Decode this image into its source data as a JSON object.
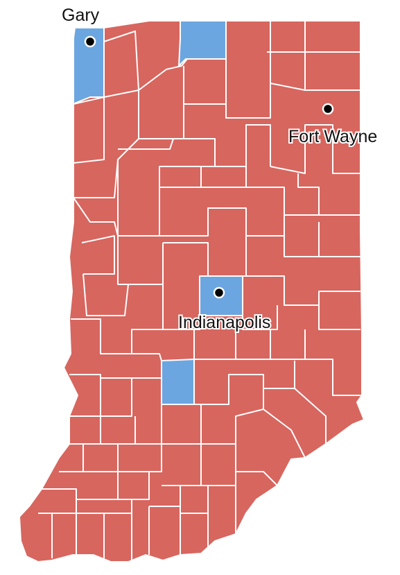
{
  "map": {
    "colors": {
      "red": "#d7665f",
      "blue": "#6ca6e0",
      "border": "#ffffff",
      "city_marker": "#000000"
    },
    "cities": [
      {
        "name": "Gary"
      },
      {
        "name": "Fort Wayne"
      },
      {
        "name": "Indianapolis"
      }
    ]
  }
}
